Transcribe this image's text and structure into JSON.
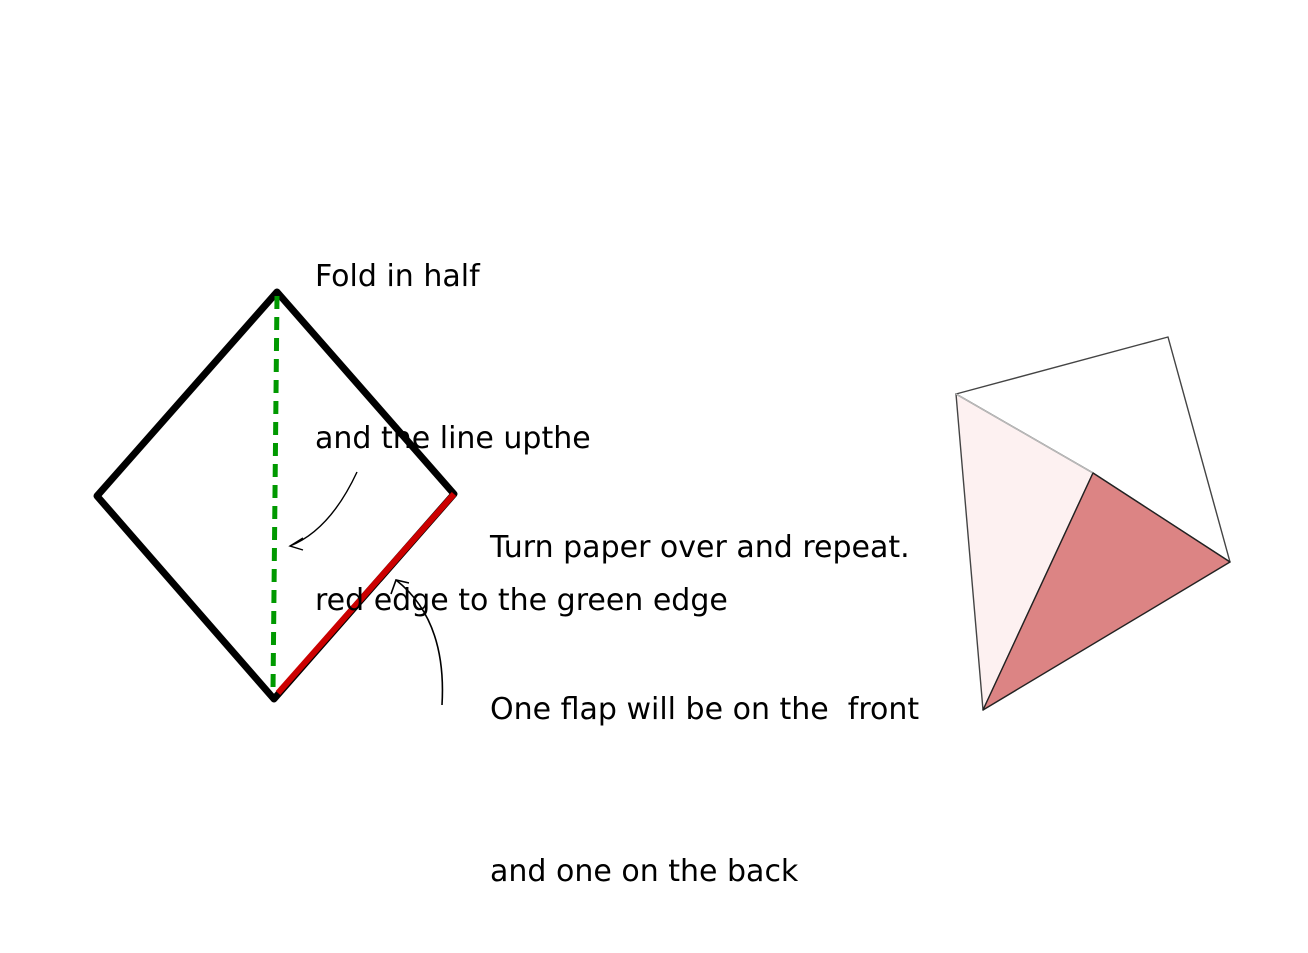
{
  "step1": {
    "lines": [
      "Fold in half",
      "and the line upthe",
      "red edge to the green edge"
    ]
  },
  "step2": {
    "lines": [
      "Turn paper over and repeat.",
      "One flap will be on the  front",
      "and one on the back"
    ]
  },
  "colors": {
    "paper_outline": "#000000",
    "fold_line": "#009900",
    "red_edge": "#cc0000",
    "flap_light": "#fdf1f1",
    "flap_dark": "#dc8484",
    "crease": "#bbbbbb"
  }
}
